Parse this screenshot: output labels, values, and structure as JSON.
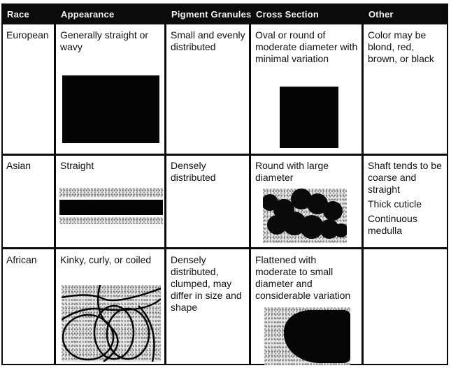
{
  "table": {
    "headers": [
      "Race",
      "Appearance",
      "Pigment Granules",
      "Cross Section",
      "Other"
    ],
    "rows": [
      {
        "race": "European",
        "appearance": "Generally straight or wavy",
        "appearance_image": "straight-dark-hair-photo",
        "pigment": "Small and evenly distributed",
        "cross_section": "Oval or round of moderate diameter with minimal variation",
        "cross_section_image": "oval-cross-section-photo",
        "other": [
          "Color may be blond, red, brown, or black"
        ]
      },
      {
        "race": "Asian",
        "appearance": "Straight",
        "appearance_image": "straight-thick-hair-shaft-photo",
        "pigment": "Densely distributed",
        "cross_section": "Round with large diameter",
        "cross_section_image": "round-large-cross-section-photo",
        "other": [
          "Shaft tends to be coarse and straight",
          "Thick cuticle",
          "Continuous medulla"
        ]
      },
      {
        "race": "African",
        "appearance": "Kinky, curly, or coiled",
        "appearance_image": "coiled-hair-photo",
        "pigment": "Densely distributed, clumped, may differ in size and shape",
        "cross_section": "Flattened with moderate to small diameter and considerable variation",
        "cross_section_image": "flattened-cross-section-photo",
        "other": []
      }
    ]
  },
  "colors": {
    "header_bg": "#0b0b0b",
    "header_text": "#f2f2f2",
    "border": "#0a0a0a"
  }
}
